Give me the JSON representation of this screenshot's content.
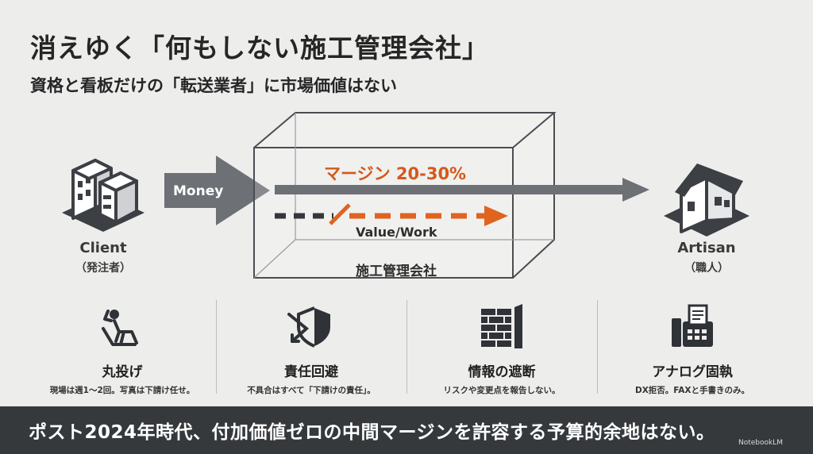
{
  "header": {
    "title": "消えゆく「何もしない施工管理会社」",
    "subtitle": "資格と看板だけの「転送業者」に市場価値はない"
  },
  "diagram": {
    "client": {
      "label": "Client",
      "sub": "（発注者）"
    },
    "artisan": {
      "label": "Artisan",
      "sub": "（職人）"
    },
    "money_label": "Money",
    "margin_label": "マージン 20-30%",
    "value_label": "Value/Work",
    "box_label": "施工管理会社",
    "colors": {
      "accent": "#e0631e",
      "arrow": "#6b6e72",
      "dark": "#3b3e42"
    }
  },
  "items": [
    {
      "title": "丸投げ",
      "desc": "現場は週1〜2回。写真は下請け任せ。",
      "icon": "relaxing-person-icon"
    },
    {
      "title": "責任回避",
      "desc": "不具合はすべて「下請けの責任」。",
      "icon": "deflect-shield-icon"
    },
    {
      "title": "情報の遮断",
      "desc": "リスクや変更点を報告しない。",
      "icon": "brick-wall-icon"
    },
    {
      "title": "アナログ固執",
      "desc": "DX拒否。FAXと手書きのみ。",
      "icon": "fax-machine-icon"
    }
  ],
  "footer": {
    "text": "ポスト2024年時代、付加価値ゼロの中間マージンを許容する予算的余地はない。",
    "watermark": "NotebookLM"
  }
}
